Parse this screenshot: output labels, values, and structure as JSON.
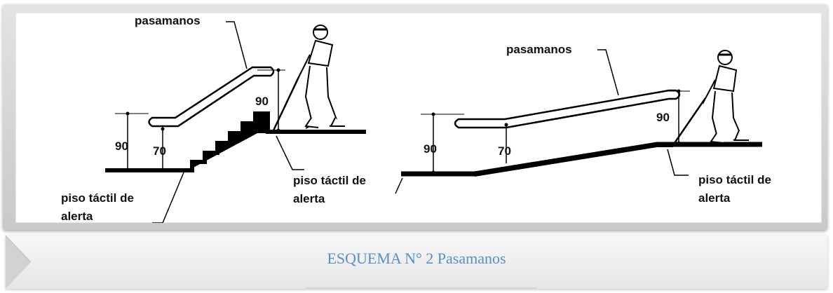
{
  "diagram": {
    "stairs": {
      "handrail_label": "pasamanos",
      "height_high": "90",
      "height_low": "90",
      "height_step": "70",
      "tactile_left_line1": "piso táctil de",
      "tactile_left_line2": "alerta",
      "tactile_right_line1": "piso táctil de",
      "tactile_right_line2": "alerta"
    },
    "ramp": {
      "handrail_label": "pasamanos",
      "height_left": "90",
      "height_mid": "70",
      "height_right": "90",
      "tactile_line1": "piso táctil de",
      "tactile_line2": "alerta"
    }
  },
  "caption": {
    "text": "ESQUEMA N° 2 Pasamanos",
    "color": "#5a8fc4"
  }
}
